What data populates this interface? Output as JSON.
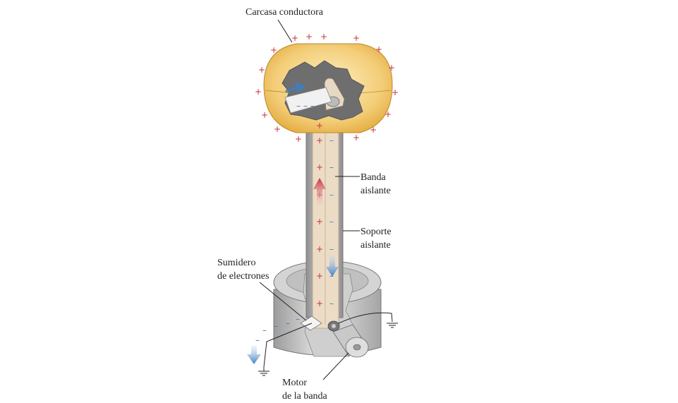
{
  "labels": {
    "shell": "Carcasa conductora",
    "belt_line1": "Banda",
    "belt_line2": "aislante",
    "support_line1": "Soporte",
    "support_line2": "aislante",
    "sink_line1": "Sumidero",
    "sink_line2": "de electrones",
    "motor_line1": "Motor",
    "motor_line2": "de la banda"
  },
  "colors": {
    "shell": "#f2c766",
    "positive_charge": "#c8323c",
    "negative_charge": "#3d7fc4",
    "base": "#b8b8b8",
    "belt": "#ead9c4"
  },
  "icons": [
    "ground-icon",
    "up-arrow-icon",
    "down-arrow-icon",
    "motor-icon"
  ]
}
